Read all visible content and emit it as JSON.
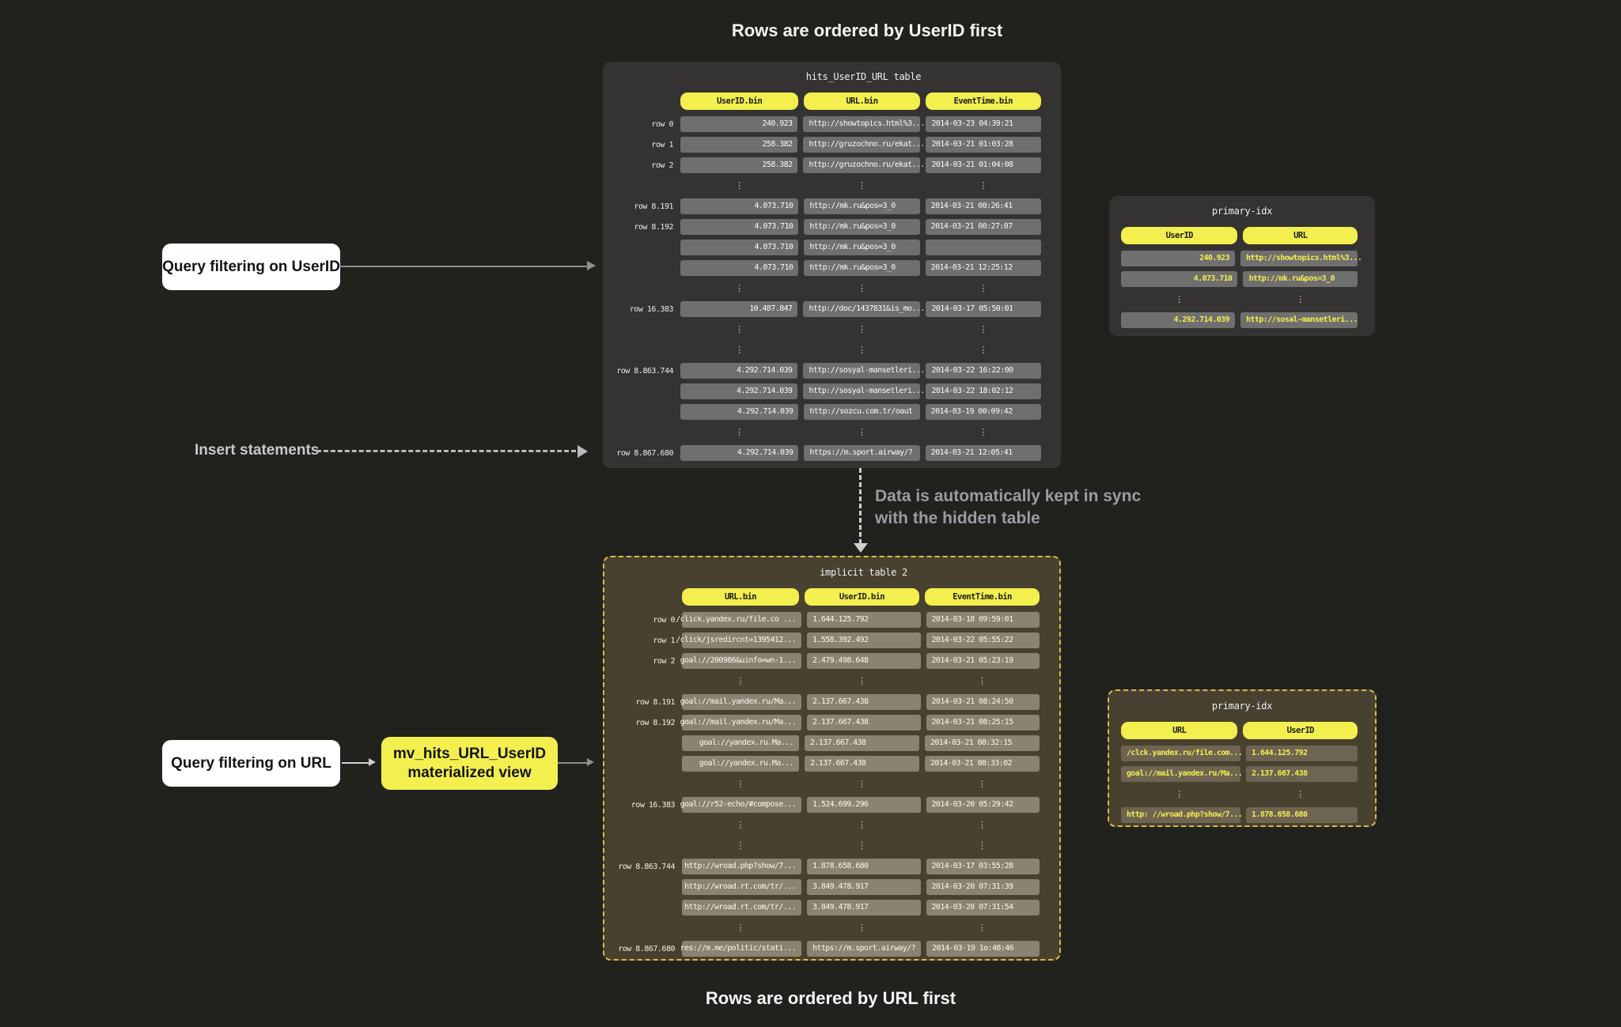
{
  "page": {
    "top_caption": "Rows are ordered by UserID first",
    "bottom_caption": "Rows are ordered by URL first"
  },
  "labels": {
    "query_userid": "Query filtering on UserID",
    "insert_statements": "Insert statements",
    "sync_line1": "Data is automatically kept in sync",
    "sync_line2": "with the hidden table",
    "query_url": "Query filtering on URL",
    "mv_line1": "mv_hits_URL_UserID",
    "mv_line2": "materialized view"
  },
  "colors": {
    "background": "#21211e",
    "panel_dark": "#343331",
    "panel_olive": "#484130",
    "cell_gray": "#6f6f6f",
    "cell_olive": "#8b8271",
    "cell_olive_dark": "#6d6452",
    "accent_yellow": "#f2ef4f",
    "dashed_border_yellow": "#ddba45",
    "arrow_gray": "#8f8f8f",
    "note_gray": "#9b9ca2"
  },
  "tables": {
    "hits_table": {
      "title": "hits_UserID_URL table",
      "headers": [
        "UserID.bin",
        "URL.bin",
        "EventTime.bin"
      ],
      "aligns": [
        "right",
        "left",
        "left"
      ],
      "rows": [
        {
          "label": "row 0",
          "cells": [
            "240.923",
            "http://showtopics.html%3...",
            "2014-03-23 04:39:21"
          ]
        },
        {
          "label": "row 1",
          "cells": [
            "258.382",
            "http://gruzochno.ru/ekat...",
            "2014-03-21 01:03:28"
          ]
        },
        {
          "label": "row 2",
          "cells": [
            "258.382",
            "http://gruzochno.ru/ekat...",
            "2014-03-21 01:04:08"
          ]
        },
        {
          "dots": true
        },
        {
          "label": "row 8.191",
          "cells": [
            "4.073.710",
            "http://mk.ru&pos=3_0",
            "2014-03-21 00:26:41"
          ]
        },
        {
          "label": "row 8.192",
          "cells": [
            "4.073.710",
            "http://mk.ru&pos=3_0",
            "2014-03-21 00:27:07"
          ]
        },
        {
          "label": "",
          "cells": [
            "4.073.710",
            "http://mk.ru&pos=3_0",
            ""
          ]
        },
        {
          "label": "",
          "cells": [
            "4.073.710",
            "http://mk.ru&pos=3_0",
            "2014-03-21 12:25:12"
          ]
        },
        {
          "dots": true
        },
        {
          "label": "row 16.383",
          "cells": [
            "10.487.847",
            "http://doc/1437831&is_mo...",
            "2014-03-17 05:50:01"
          ]
        },
        {
          "dots": true
        },
        {
          "dots": true
        },
        {
          "label": "row 8.863.744",
          "cells": [
            "4.292.714.039",
            "http://sosyal-mansetleri...",
            "2014-03-22 16:22:00"
          ]
        },
        {
          "label": "",
          "cells": [
            "4.292.714.039",
            "http://sosyal-mansetleri...",
            "2014-03-22 18:02:12"
          ]
        },
        {
          "label": "",
          "cells": [
            "4.292.714.039",
            "http://sozcu.com.tr/oaut",
            "2014-03-19 00:09:42"
          ]
        },
        {
          "dots": true
        },
        {
          "label": "row 8.867.680",
          "cells": [
            "4.292.714.039",
            "https://m.sport.airway/?",
            "2014-03-21 12:05:41"
          ]
        }
      ]
    },
    "primary_idx_top": {
      "title": "primary-idx",
      "headers": [
        "UserID",
        "URL"
      ],
      "aligns": [
        "right",
        "left"
      ],
      "rows": [
        {
          "cells": [
            "240.923",
            "http://showtopics.html%3..."
          ]
        },
        {
          "cells": [
            "4.073.710",
            "http://mk.ru&pos=3_0"
          ]
        },
        {
          "dots": true
        },
        {
          "cells": [
            "4.292.714.039",
            "http://sosal-mansetleri..."
          ]
        }
      ]
    },
    "implicit_table": {
      "title": "implicit table 2",
      "headers": [
        "URL.bin",
        "UserID.bin",
        "EventTime.bin"
      ],
      "aligns": [
        "right",
        "left",
        "left"
      ],
      "rows": [
        {
          "label": "row 0",
          "cells": [
            "/click.yandex.ru/file.co ...",
            "1.644.125.792",
            "2014-03-18 09:59:01"
          ]
        },
        {
          "label": "row 1",
          "cells": [
            "/click/jsredircnt=1395412...",
            "1.558.392.492",
            "2014-03-22 05:55:22"
          ]
        },
        {
          "label": "row 2",
          "cells": [
            "goal://200986&uinfo=wn-1...",
            "2.479.498.648",
            "2014-03-21 05:23:19"
          ]
        },
        {
          "dots": true
        },
        {
          "label": "row 8.191",
          "cells": [
            "goal://mail.yandex.ru/Ma...",
            "2.137.667.438",
            "2014-03-21 08:24:50"
          ]
        },
        {
          "label": "row 8.192",
          "cells": [
            "goal://mail.yandex.ru/Ma...",
            "2.137.667.438",
            "2014-03-21 08:25:15"
          ]
        },
        {
          "label": "",
          "cells": [
            "goal://yandex.ru.Ma...",
            "2.137.667.438",
            "2014-03-21 08:32:15"
          ]
        },
        {
          "label": "",
          "cells": [
            "goal://yandex.ru.Ma...",
            "2.137.667.438",
            "2014-03-21 08:33:02"
          ]
        },
        {
          "dots": true
        },
        {
          "label": "row 16.383",
          "cells": [
            "goal://r52-echo/#compose...",
            "1.524.699.296",
            "2014-03-20 05:29:42"
          ]
        },
        {
          "dots": true
        },
        {
          "dots": true
        },
        {
          "label": "row 8.863.744",
          "cells": [
            "http://wroad.php?show/7...",
            "1.878.658.680",
            "2014-03-17 03:55:28"
          ]
        },
        {
          "label": "",
          "cells": [
            "http://wroad.rt.com/tr/...",
            "3.849.478.917",
            "2014-03-20 07:31:39"
          ]
        },
        {
          "label": "",
          "cells": [
            "http://wroad.rt.com/tr/...",
            "3.849.478.917",
            "2014-03-20 07:31:54"
          ]
        },
        {
          "dots": true
        },
        {
          "label": "row 8.867.680",
          "cells": [
            "res://m.me/politic/stati...",
            "https://m.sport.airway/?",
            "2014-03-19 1o:48:46"
          ]
        }
      ]
    },
    "primary_idx_bottom": {
      "title": "primary-idx",
      "headers": [
        "URL",
        "UserID"
      ],
      "aligns": [
        "left",
        "left"
      ],
      "rows": [
        {
          "cells": [
            "/clck.yandex.ru/file.com...",
            "1.644.125.792"
          ]
        },
        {
          "cells": [
            "goal://mail.yandex.ru/Ma...",
            "2.137.667.438"
          ]
        },
        {
          "dots": true
        },
        {
          "cells": [
            "http: //wroad.php?show/7...",
            "1.878.658.680"
          ]
        }
      ]
    }
  }
}
